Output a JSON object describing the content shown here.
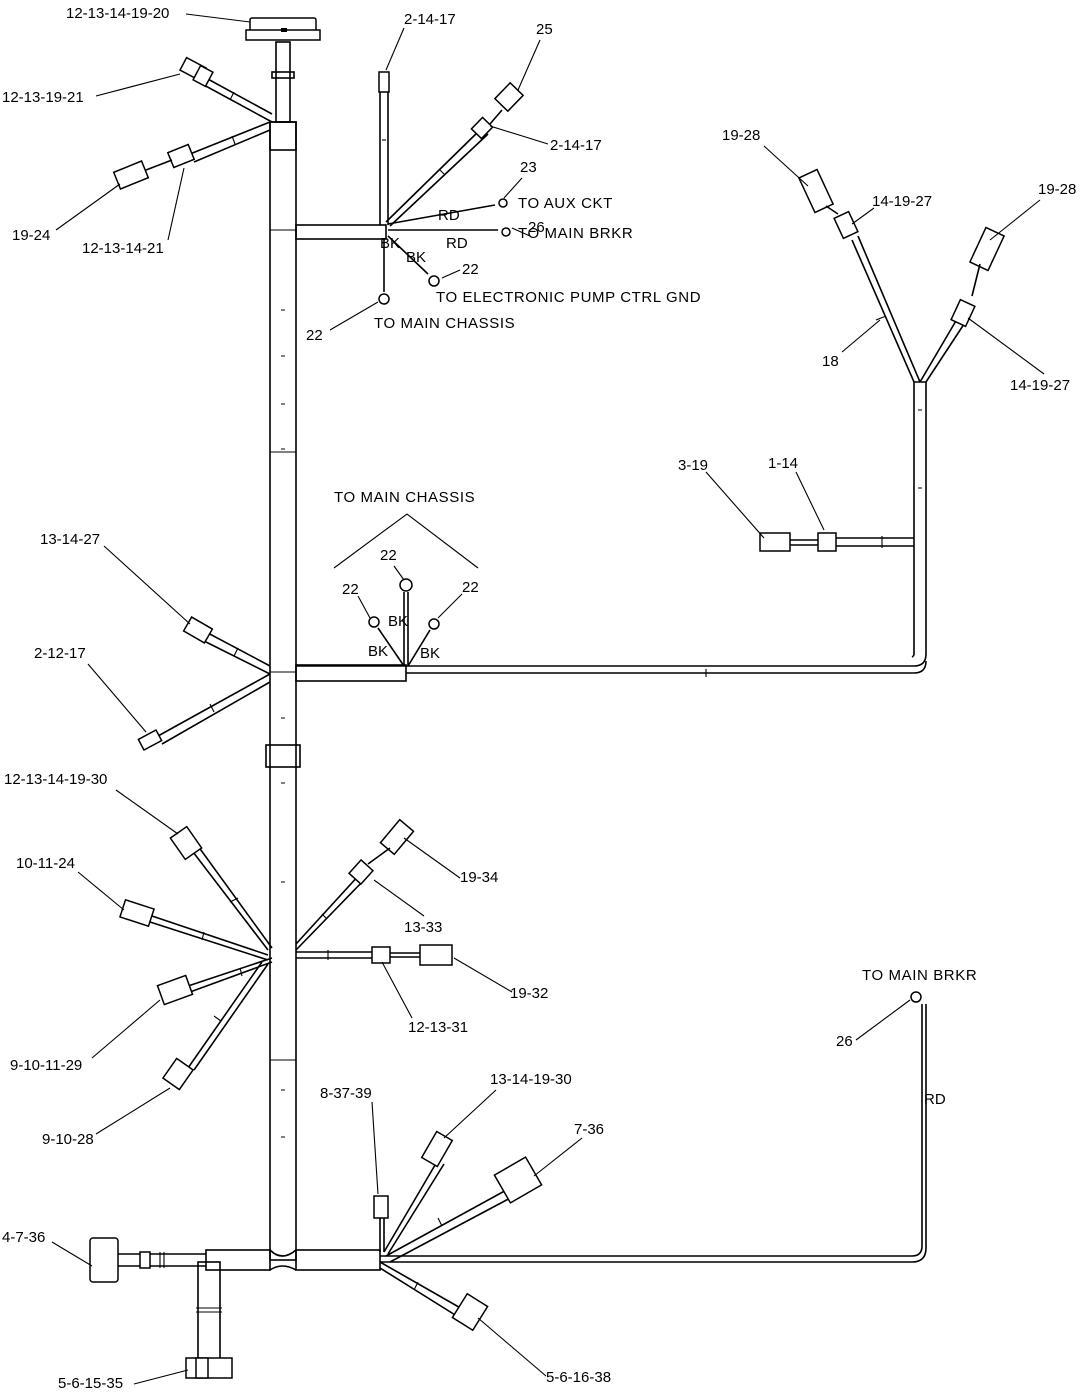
{
  "diagram": {
    "callouts": {
      "c_12_13_14_19_20": "12-13-14-19-20",
      "c_12_13_19_21": "12-13-19-21",
      "c_19_24": "19-24",
      "c_12_13_14_21": "12-13-14-21",
      "c_2_14_17_top": "2-14-17",
      "c_25": "25",
      "c_2_14_17_mid": "2-14-17",
      "c_23": "23",
      "c_26_upper": "26",
      "c_22_pump": "22",
      "c_22_chassis_upper": "22",
      "c_19_28_left": "19-28",
      "c_14_19_27_left": "14-19-27",
      "c_19_28_right": "19-28",
      "c_18": "18",
      "c_14_19_27_right": "14-19-27",
      "c_3_19": "3-19",
      "c_1_14": "1-14",
      "c_13_14_27": "13-14-27",
      "c_2_12_17": "2-12-17",
      "c_22_center": "22",
      "c_22_left": "22",
      "c_22_right": "22",
      "c_12_13_14_19_30": "12-13-14-19-30",
      "c_10_11_24": "10-11-24",
      "c_19_34": "19-34",
      "c_13_33": "13-33",
      "c_19_32": "19-32",
      "c_12_13_31": "12-13-31",
      "c_9_10_11_29": "9-10-11-29",
      "c_9_10_28": "9-10-28",
      "c_26_lower": "26",
      "c_8_37_39": "8-37-39",
      "c_13_14_19_30": "13-14-19-30",
      "c_7_36": "7-36",
      "c_4_7_36": "4-7-36",
      "c_5_6_15_35": "5-6-15-35",
      "c_5_6_16_38": "5-6-16-38"
    },
    "destinations": {
      "aux_ckt": "TO AUX CKT",
      "main_brkr_upper": "TO MAIN BRKR",
      "pump_ctrl_gnd": "TO ELECTRONIC PUMP CTRL GND",
      "main_chassis_upper": "TO MAIN CHASSIS",
      "main_chassis_center": "TO MAIN CHASSIS",
      "main_brkr_lower": "TO MAIN BRKR"
    },
    "wire_colors": {
      "rd_aux": "RD",
      "rd_brkr": "RD",
      "bk_pump": "BK",
      "bk_chassis": "BK",
      "bk_center": "BK",
      "bk_left": "BK",
      "bk_right": "BK",
      "rd_lower": "RD"
    }
  }
}
